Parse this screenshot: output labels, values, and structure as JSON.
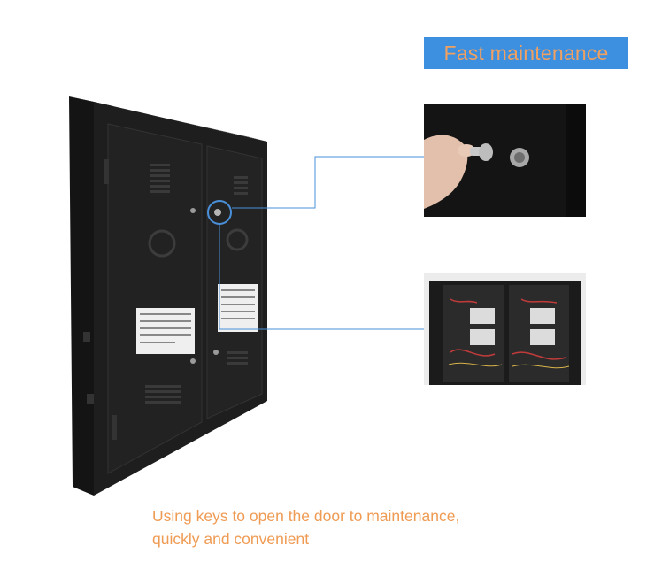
{
  "title": "Fast maintenance",
  "caption": {
    "line1": "Using keys to open the door to maintenance,",
    "line2": "quickly and convenient"
  },
  "colors": {
    "badge_bg": "#3d8fe0",
    "badge_text": "#f0a060",
    "caption_text": "#ef9b54",
    "connector_line": "#4a90d9",
    "cabinet": "#1c1c1c"
  },
  "images": {
    "cabinet": "led-display-cabinet-rear",
    "detail_top": "hand-inserting-key-into-lock",
    "detail_bottom": "open-cabinet-power-modules"
  }
}
